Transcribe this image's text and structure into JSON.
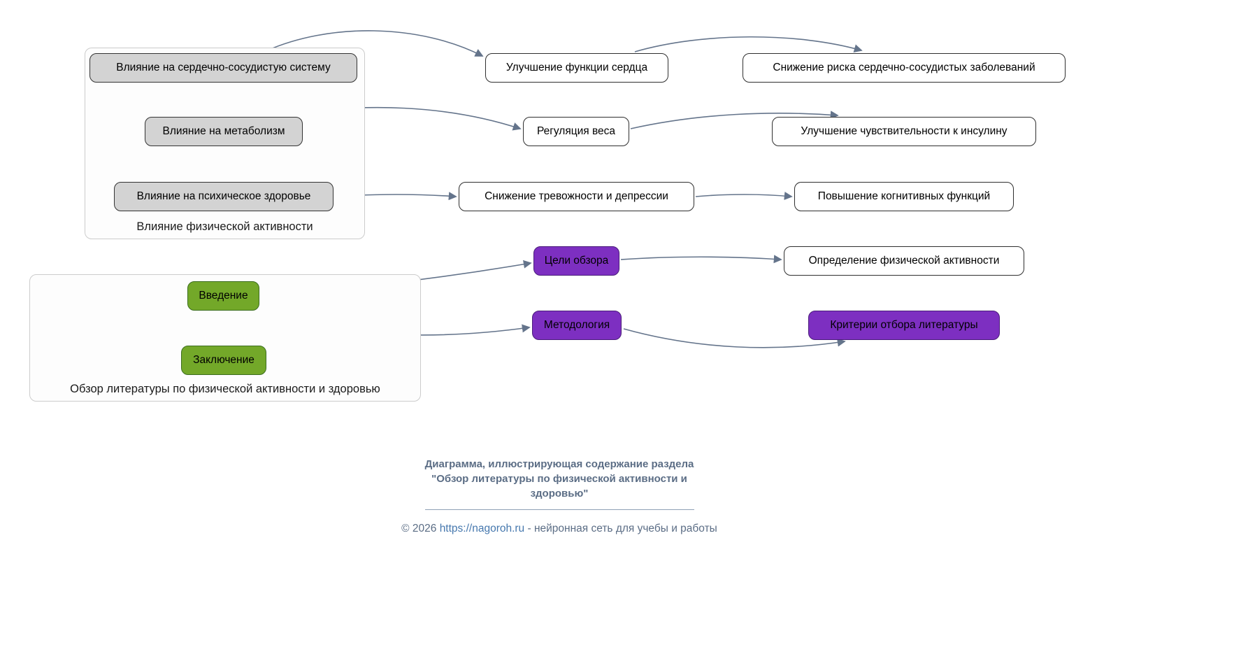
{
  "page": {
    "background": "#ffffff"
  },
  "diagram": {
    "groups": [
      {
        "label": "Влияние физической активности"
      },
      {
        "label": "Обзор литературы по физической активности и здоровью"
      }
    ],
    "nodes": [
      {
        "id": "cardio-impact",
        "label": "Влияние на сердечно-сосудистую систему",
        "style": "gray"
      },
      {
        "id": "metabolism-impact",
        "label": "Влияние на метаболизм",
        "style": "gray"
      },
      {
        "id": "mental-impact",
        "label": "Влияние на психическое здоровье",
        "style": "gray"
      },
      {
        "id": "heart-function",
        "label": "Улучшение функции сердца",
        "style": "white"
      },
      {
        "id": "weight-regulation",
        "label": "Регуляция веса",
        "style": "white"
      },
      {
        "id": "anxiety-reduction",
        "label": "Снижение тревожности и депрессии",
        "style": "white"
      },
      {
        "id": "cvd-risk-reduction",
        "label": "Снижение риска сердечно-сосудистых заболеваний",
        "style": "white"
      },
      {
        "id": "insulin-sensitivity",
        "label": "Улучшение чувствительности к инсулину",
        "style": "white"
      },
      {
        "id": "cognitive-improvement",
        "label": "Повышение когнитивных функций",
        "style": "white"
      },
      {
        "id": "review-goals",
        "label": "Цели обзора",
        "style": "purple"
      },
      {
        "id": "pa-definition",
        "label": "Определение физической активности",
        "style": "white"
      },
      {
        "id": "methodology",
        "label": "Методология",
        "style": "purple"
      },
      {
        "id": "literature-criteria",
        "label": "Критерии отбора литературы",
        "style": "purple"
      },
      {
        "id": "introduction",
        "label": "Введение",
        "style": "green"
      },
      {
        "id": "conclusion",
        "label": "Заключение",
        "style": "green"
      }
    ],
    "edges": [
      {
        "from": "Влияние на сердечно-сосудистую систему",
        "to": "Улучшение функции сердца"
      },
      {
        "from": "Улучшение функции сердца",
        "to": "Снижение риска сердечно-сосудистых заболеваний"
      },
      {
        "from": "Влияние на метаболизм",
        "to": "Регуляция веса"
      },
      {
        "from": "Регуляция веса",
        "to": "Улучшение чувствительности к инсулину"
      },
      {
        "from": "Влияние на психическое здоровье",
        "to": "Снижение тревожности и депрессии"
      },
      {
        "from": "Снижение тревожности и депрессии",
        "to": "Повышение когнитивных функций"
      },
      {
        "from": "Введение",
        "to": "Цели обзора"
      },
      {
        "from": "Цели обзора",
        "to": "Определение физической активности"
      },
      {
        "from": "Введение",
        "to": "Методология"
      },
      {
        "from": "Методология",
        "to": "Критерии отбора литературы"
      }
    ],
    "colors": {
      "gray_node": "#d3d3d3",
      "white_node": "#ffffff",
      "purple_node": "#7d2fc1",
      "green_node": "#73a829",
      "node_border": "#333333",
      "group_border": "#cccccc",
      "arrow": "#64748b"
    }
  },
  "caption": {
    "lines": [
      "Диаграмма, иллюстрирующая содержание раздела",
      "\"Обзор литературы по физической активности и",
      "здоровью\""
    ]
  },
  "footer": {
    "prefix": "© 2026 ",
    "link": "https://nagoroh.ru",
    "suffix": " - нейронная сеть для учебы и работы"
  }
}
